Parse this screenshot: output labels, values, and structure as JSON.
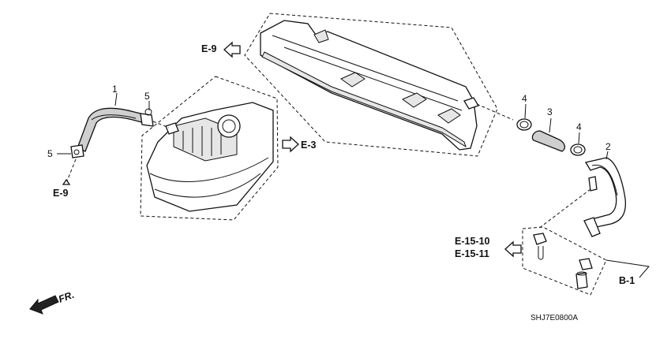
{
  "callouts": {
    "p1": "1",
    "p2": "2",
    "p3": "3",
    "p4a": "4",
    "p4b": "4",
    "p5a": "5",
    "p5b": "5"
  },
  "refs": {
    "e9_top": "E-9",
    "e9_left": "E-9",
    "e3": "E-3",
    "e15_10": "E-15-10",
    "e15_11": "E-15-11",
    "b1": "B-1",
    "fr": "FR."
  },
  "diagram_code": "SHJ7E0800A",
  "icons": [
    "hollow-arrow-left-icon",
    "hollow-arrow-right-icon",
    "fr-direction-arrow-icon"
  ]
}
